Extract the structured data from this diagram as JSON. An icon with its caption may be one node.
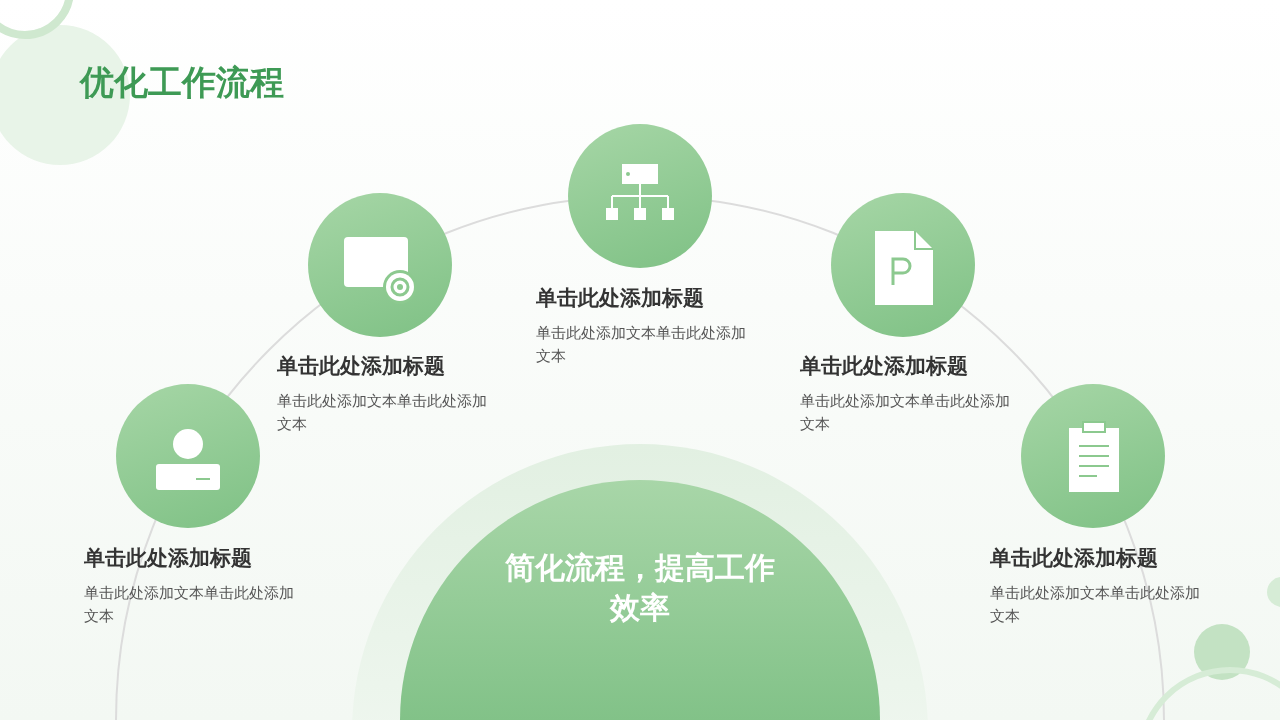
{
  "diagram": {
    "title": "优化工作流程",
    "nodes": [
      {
        "text": [],
        "shape": "circle",
        "beside": [
          "单击此处添加标题",
          "单击此处添加文本单击此处添加文本"
        ]
      },
      {
        "text": [],
        "shape": "circle",
        "beside": [
          "单击此处添加标题",
          "单击此处添加文本单击此处添加文本"
        ]
      },
      {
        "text": [],
        "shape": "circle",
        "beside": [
          "单击此处添加标题",
          "单击此处添加文本单击此处添加文本"
        ]
      },
      {
        "text": [],
        "shape": "circle",
        "beside": [
          "单击此处添加标题",
          "单击此处添加文本单击此处添加文本"
        ]
      },
      {
        "text": [],
        "shape": "circle",
        "beside": [
          "单击此处添加标题",
          "单击此处添加文本单击此处添加文本"
        ]
      },
      {
        "text": [
          "简化流程，提高工作效率"
        ]
      }
    ]
  }
}
